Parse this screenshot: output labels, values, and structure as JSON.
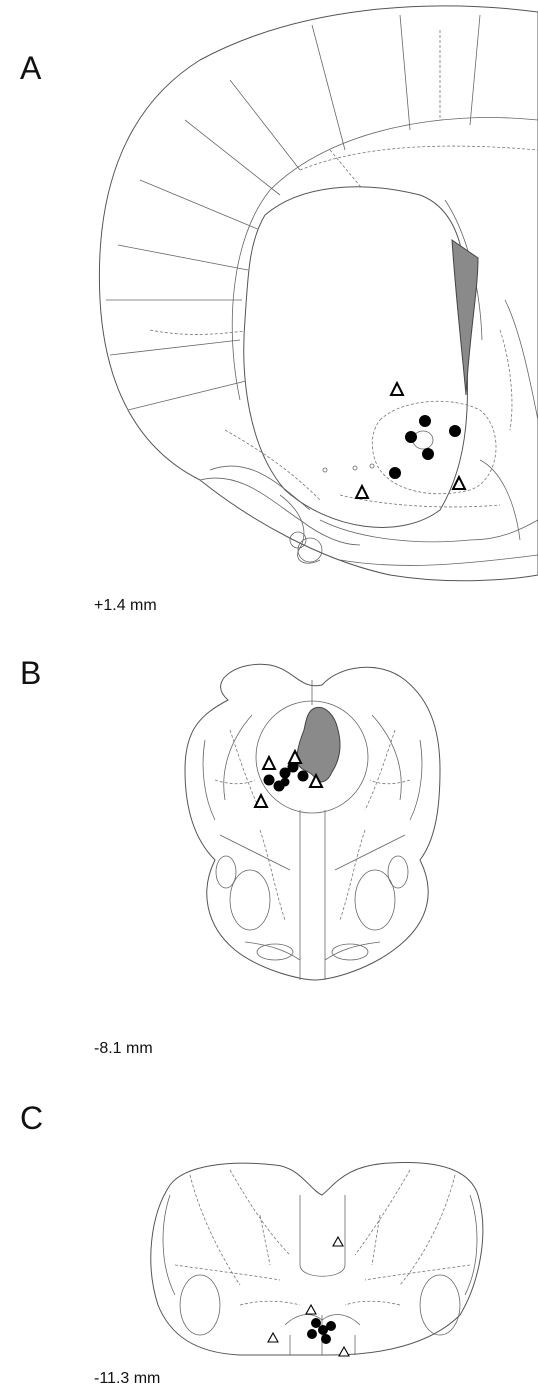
{
  "panels": [
    {
      "letter": "A",
      "coordinate": "+1.4 mm"
    },
    {
      "letter": "B",
      "coordinate": "-8.1 mm"
    },
    {
      "letter": "C",
      "coordinate": "-11.3 mm"
    }
  ],
  "legend_symbols": {
    "filled": "dot-marker",
    "open": "triangle-marker"
  },
  "colors": {
    "lesion": "#8a8a8a",
    "outline": "#555555",
    "marker": "#000000"
  }
}
